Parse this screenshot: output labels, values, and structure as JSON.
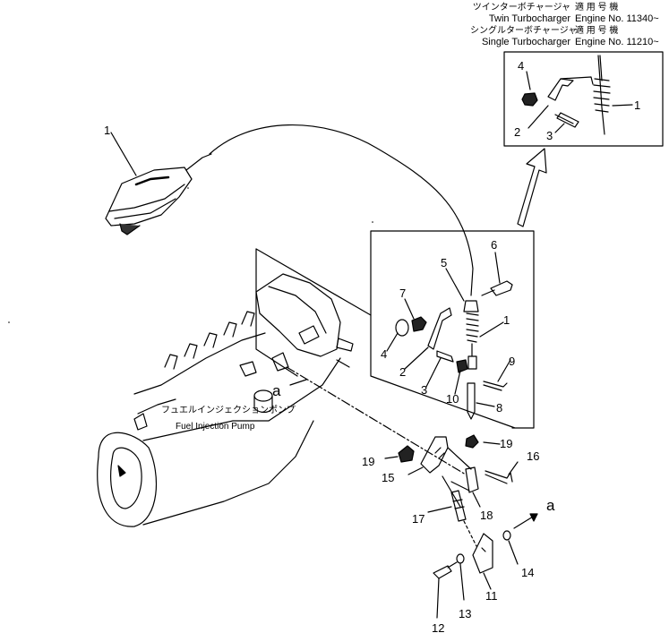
{
  "header": {
    "twin_jp": "ツインターボチャージャ",
    "twin_jp_right": "適 用 号 機",
    "twin_en": "Twin Turbocharger",
    "twin_engine": "Engine No. 11340~",
    "single_jp": "シングルターボチャージャ",
    "single_jp_right": "適 用 号 機",
    "single_en": "Single Turbocharger",
    "single_engine": "Engine No. 11210~"
  },
  "pump": {
    "label_jp": "フュエルインジェクションポンプ",
    "label_en": "Fuel Injection Pump"
  },
  "view_marks": {
    "a1": "a",
    "a2": "a"
  },
  "part_numbers": {
    "inset": [
      "4",
      "2",
      "3",
      "1"
    ],
    "lever": "1",
    "box": [
      "5",
      "6",
      "7",
      "1",
      "4",
      "2",
      "3",
      "10",
      "9",
      "8"
    ],
    "lower": [
      "19",
      "19",
      "16",
      "15",
      "18",
      "17",
      "14",
      "11",
      "13",
      "12"
    ]
  }
}
